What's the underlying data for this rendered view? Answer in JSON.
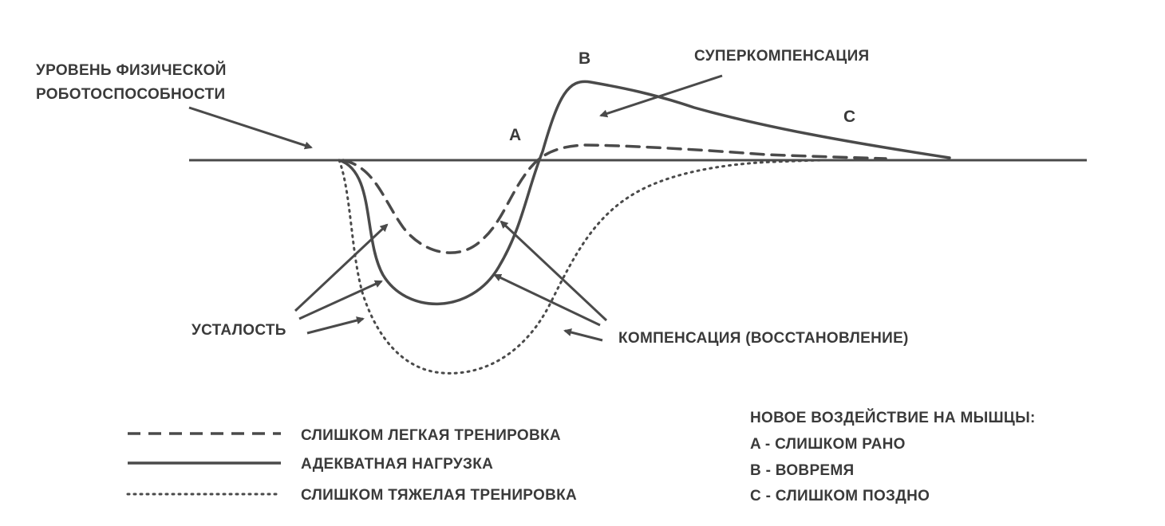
{
  "labels": {
    "baseline_line1": "УРОВЕНЬ ФИЗИЧЕСКОЙ",
    "baseline_line2": "РОБОТОСПОСОБНОСТИ",
    "supercompensation": "СУПЕРКОМПЕНСАЦИЯ",
    "fatigue": "УСТАЛОСТЬ",
    "compensation": "КОМПЕНСАЦИЯ (ВОССТАНОВЛЕНИЕ)",
    "point_a": "A",
    "point_b": "B",
    "point_c": "C"
  },
  "legend": {
    "too_light": "СЛИШКОМ ЛЕГКАЯ ТРЕНИРОВКА",
    "adequate": "АДЕКВАТНАЯ НАГРУЗКА",
    "too_heavy": "СЛИШКОМ ТЯЖЕЛАЯ ТРЕНИРОВКА"
  },
  "timing": {
    "title": "НОВОЕ ВОЗДЕЙСТВИЕ НА МЫШЦЫ:",
    "a": "A - СЛИШКОМ РАНО",
    "b": "B - ВОВРЕМЯ",
    "c": "C - СЛИШКОМ ПОЗДНО"
  },
  "colors": {
    "ink": "#3a3a3a",
    "background": "#ffffff"
  }
}
